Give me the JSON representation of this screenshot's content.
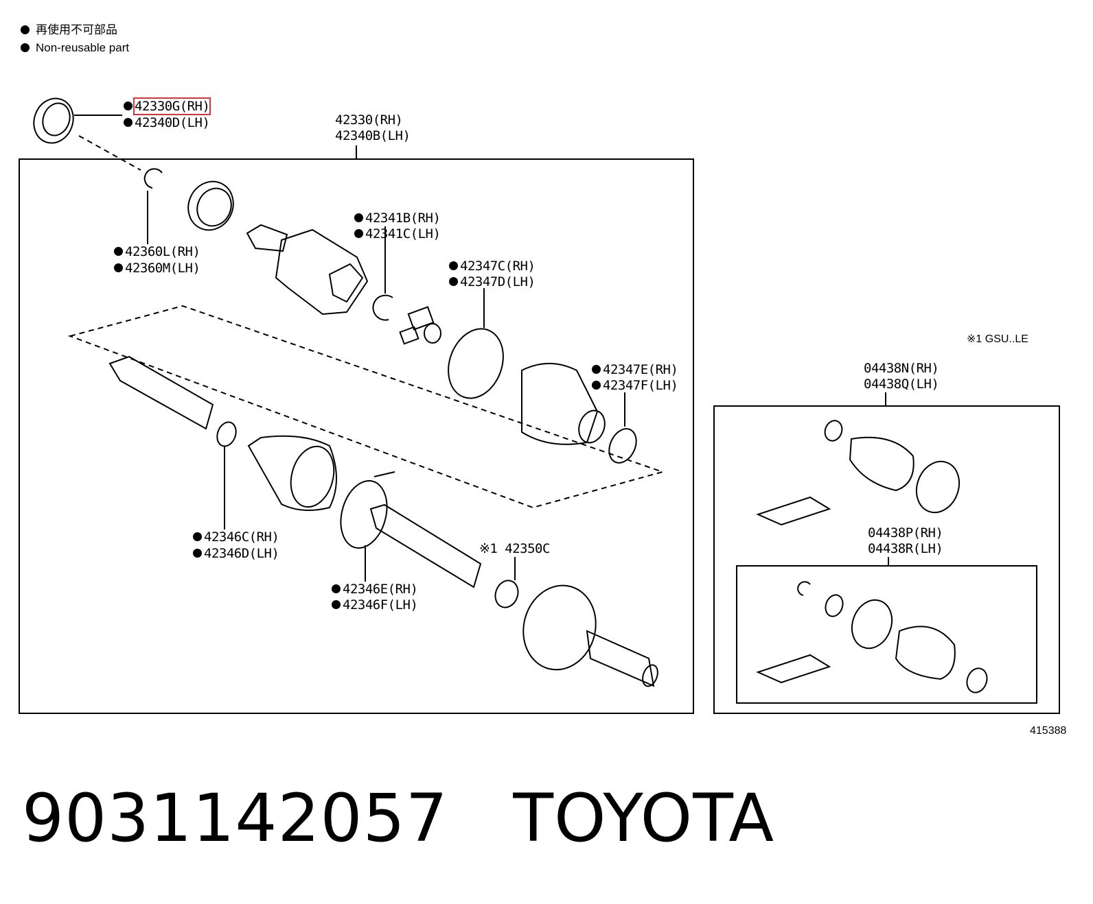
{
  "legend": [
    {
      "text": "再使用不可部品"
    },
    {
      "text": "Non-reusable part"
    }
  ],
  "labels": {
    "seal_rh": "42330G(RH)",
    "seal_lh": "42340D(LH)",
    "assy_rh": "42330(RH)",
    "assy_lh": "42340B(LH)",
    "snap_rh": "42360L(RH)",
    "snap_lh": "42360M(LH)",
    "clip_rh": "42341B(RH)",
    "clip_lh": "42341C(LH)",
    "bandA_rh": "42347C(RH)",
    "bandA_lh": "42347D(LH)",
    "bandB_rh": "42347E(RH)",
    "bandB_lh": "42347F(LH)",
    "clamp_rh": "42346C(RH)",
    "clamp_lh": "42346D(LH)",
    "bandC_rh": "42346E(RH)",
    "bandC_lh": "42346F(LH)",
    "ring": "※1 42350C",
    "note": "※1 GSU..LE",
    "kit1_rh": "04438N(RH)",
    "kit1_lh": "04438Q(LH)",
    "kit2_rh": "04438P(RH)",
    "kit2_lh": "04438R(LH)",
    "ref": "415388"
  },
  "footer": {
    "part_number": "9031142057",
    "brand": "TOYOTA"
  },
  "colors": {
    "highlight": "#e0303a",
    "ink": "#000000"
  }
}
